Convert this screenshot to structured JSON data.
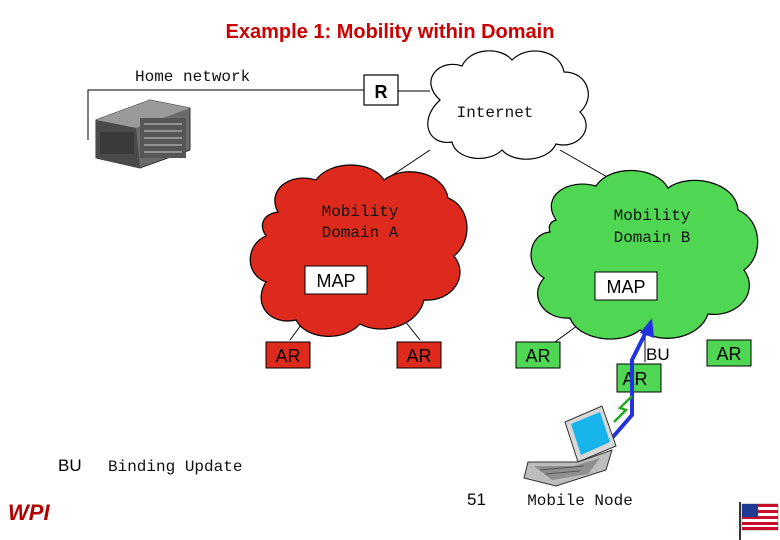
{
  "title": "Example 1: Mobility within Domain",
  "home_network": "Home network",
  "router": "R",
  "internet": "Internet",
  "domain_a": {
    "line1": "Mobility",
    "line2": "Domain A",
    "map": "MAP"
  },
  "domain_b": {
    "line1": "Mobility",
    "line2": "Domain B",
    "map": "MAP"
  },
  "access_routers": {
    "a_left": "AR",
    "a_right": "AR",
    "b_left": "AR",
    "b_mid": "AR",
    "b_right": "AR"
  },
  "bu_arrow": "BU",
  "legend": {
    "abbr": "BU",
    "desc": "Binding Update"
  },
  "page_number": "51",
  "mobile_node": "Mobile Node",
  "logo": "WPI",
  "colors": {
    "domain_a": "#dd2a1d",
    "domain_b": "#4fd653",
    "title": "#cc0000",
    "bu_arrow": "#2233dd"
  }
}
